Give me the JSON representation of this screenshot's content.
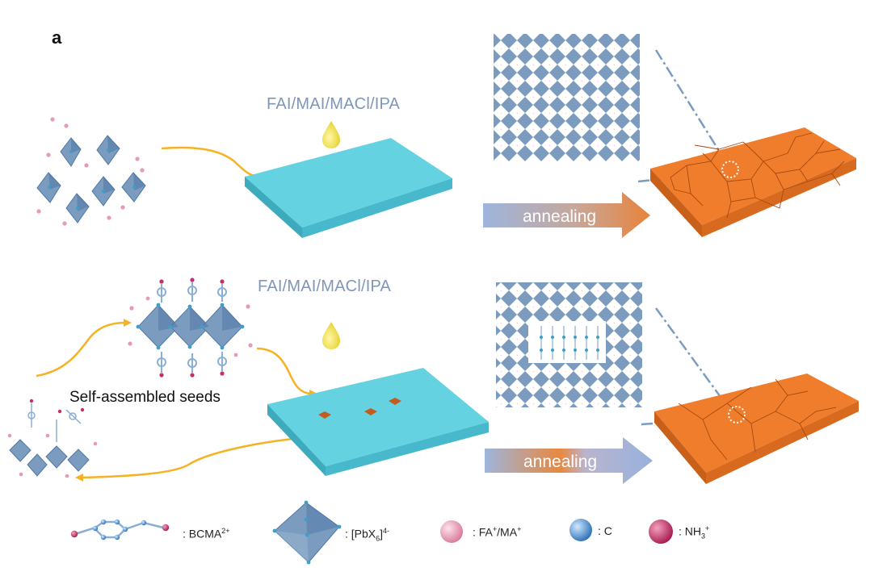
{
  "panel_label": "a",
  "top_row": {
    "reagent": "FAI/MAI/MACl/IPA",
    "arrow_label": "annealing"
  },
  "bottom_row": {
    "reagent": "FAI/MAI/MACl/IPA",
    "arrow_label": "annealing",
    "seeds_label": "Self-assembled seeds"
  },
  "legend": {
    "bcma": {
      "prefix": ":  BCMA",
      "sup": "2+"
    },
    "pbx6": {
      "prefix": ":  [PbX",
      "sub": "6",
      "mid": "]",
      "sup": "4-"
    },
    "fa": {
      "prefix": ":  FA",
      "sup1": "+",
      "mid": "/MA",
      "sup2": "+"
    },
    "c": {
      "prefix": ":  C"
    },
    "nh3": {
      "prefix": ":  NH",
      "sub": "3",
      "sup": "+"
    }
  },
  "colors": {
    "substrate": "#55c6d8",
    "film": "#ea7828",
    "octahedron": "#7b9cbf",
    "arrow_orange": "#f5b324",
    "droplet": "#f2e240",
    "cation": "#e89ab2",
    "carbon": "#3f86c9",
    "nh3": "#c62e6a"
  }
}
